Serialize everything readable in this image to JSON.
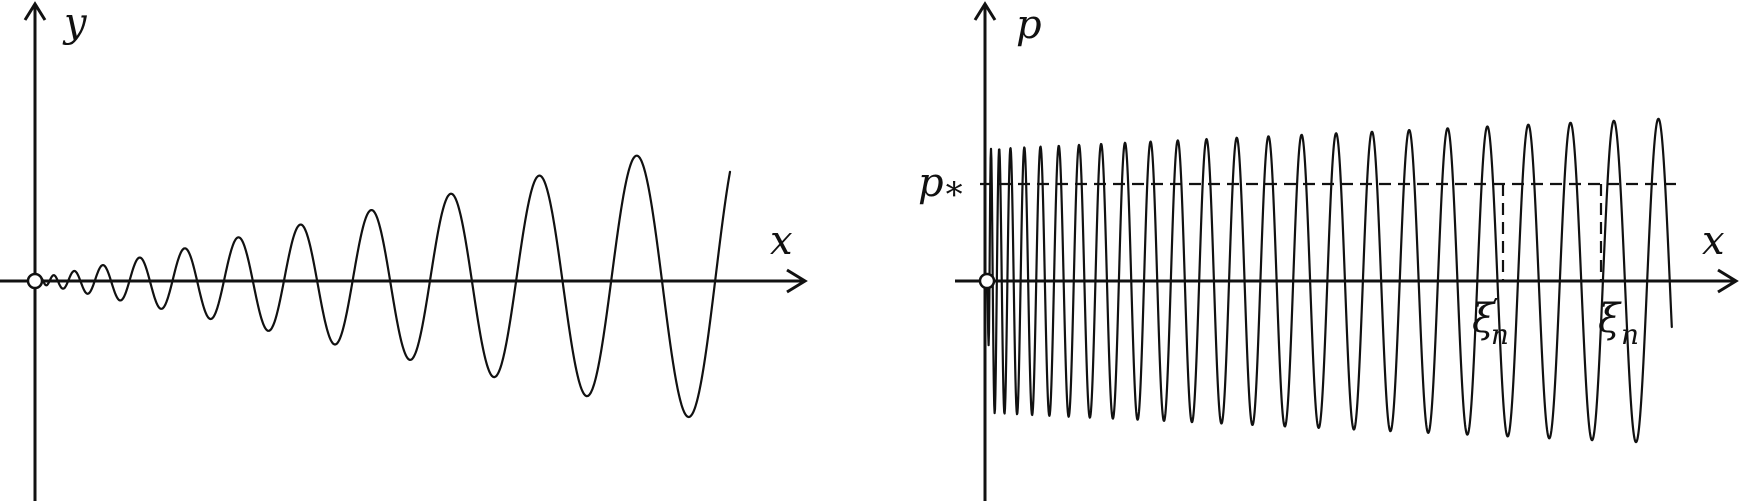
{
  "left_panel": {
    "x_label": "x",
    "y_label": "y"
  },
  "right_panel": {
    "x_label": "x",
    "y_label": "p",
    "level_label": "p",
    "level_subscript": "*",
    "marker_1_base": "ξ",
    "marker_1_prime": "′",
    "marker_1_sub": "n",
    "marker_2_base": "ξ",
    "marker_2_sub": "n"
  }
}
